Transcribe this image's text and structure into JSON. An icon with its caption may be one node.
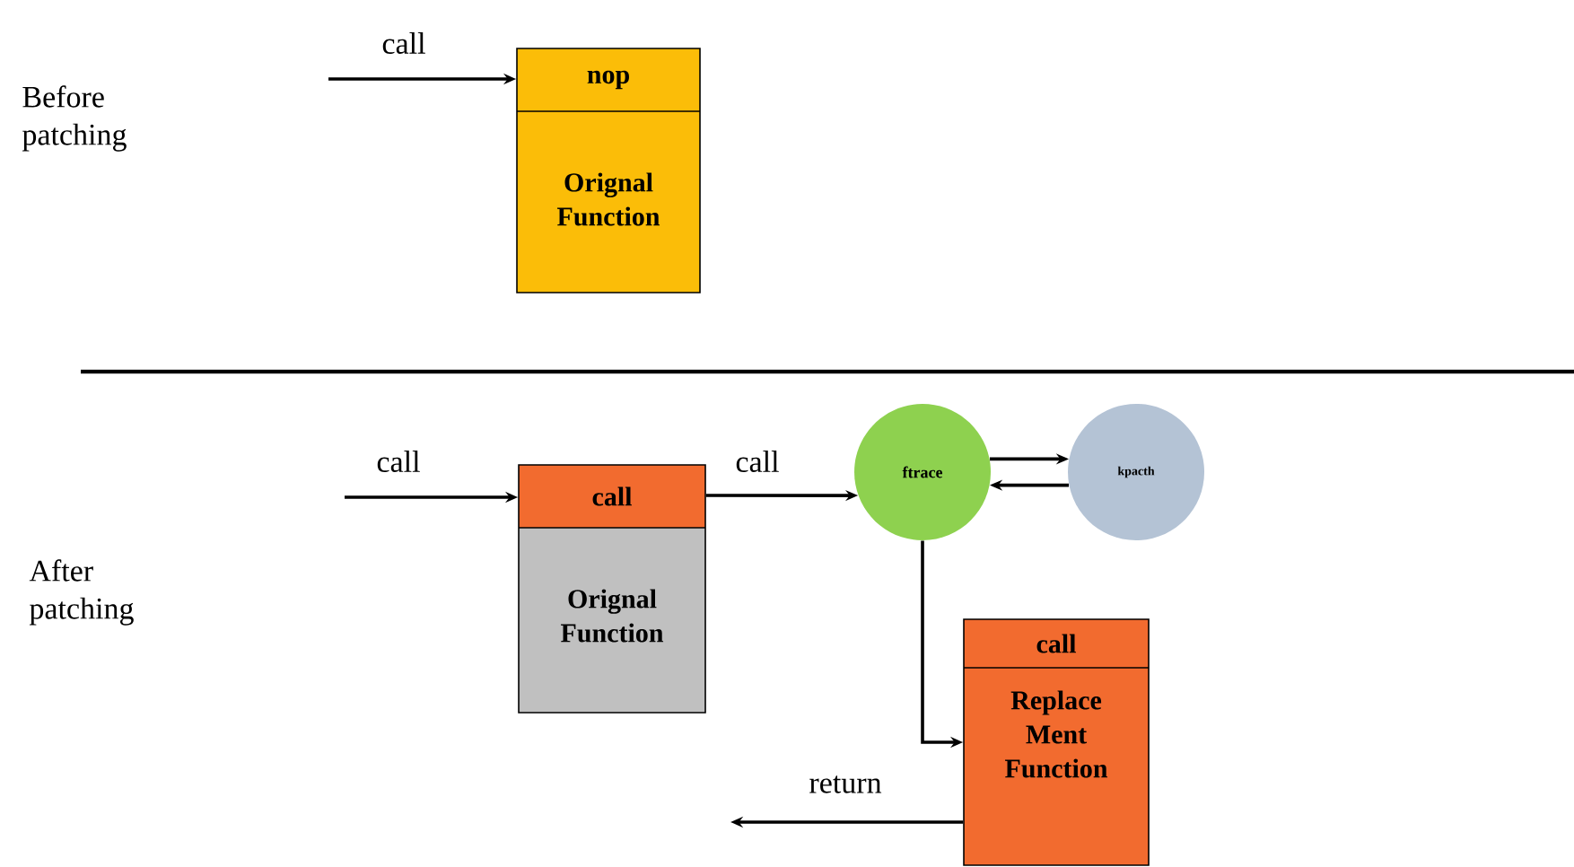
{
  "diagram": {
    "nodes": [
      {
        "text": [
          "nop",
          "Orignal Function"
        ]
      },
      {
        "text": [
          "call",
          "Orignal Function"
        ]
      },
      {
        "text": [
          "ftrace"
        ]
      },
      {
        "text": [
          "kpacth"
        ]
      },
      {
        "text": [
          "call",
          "Replace Ment Function"
        ]
      }
    ],
    "edges": [
      {
        "from": null,
        "to": 0,
        "arrow": "to",
        "label": "call"
      },
      {
        "from": null,
        "to": 1,
        "arrow": "to",
        "label": "call"
      },
      {
        "from": 1,
        "to": 2,
        "arrow": "to",
        "label": "call"
      },
      {
        "from": 2,
        "to": 3,
        "arrow": "to"
      },
      {
        "from": 3,
        "to": 2,
        "arrow": "to"
      },
      {
        "from": 2,
        "to": 4,
        "arrow": "to"
      },
      {
        "from": 4,
        "to": null,
        "arrow": "to",
        "label": "return"
      }
    ],
    "labels": [
      "Before patching",
      "After patching"
    ]
  }
}
